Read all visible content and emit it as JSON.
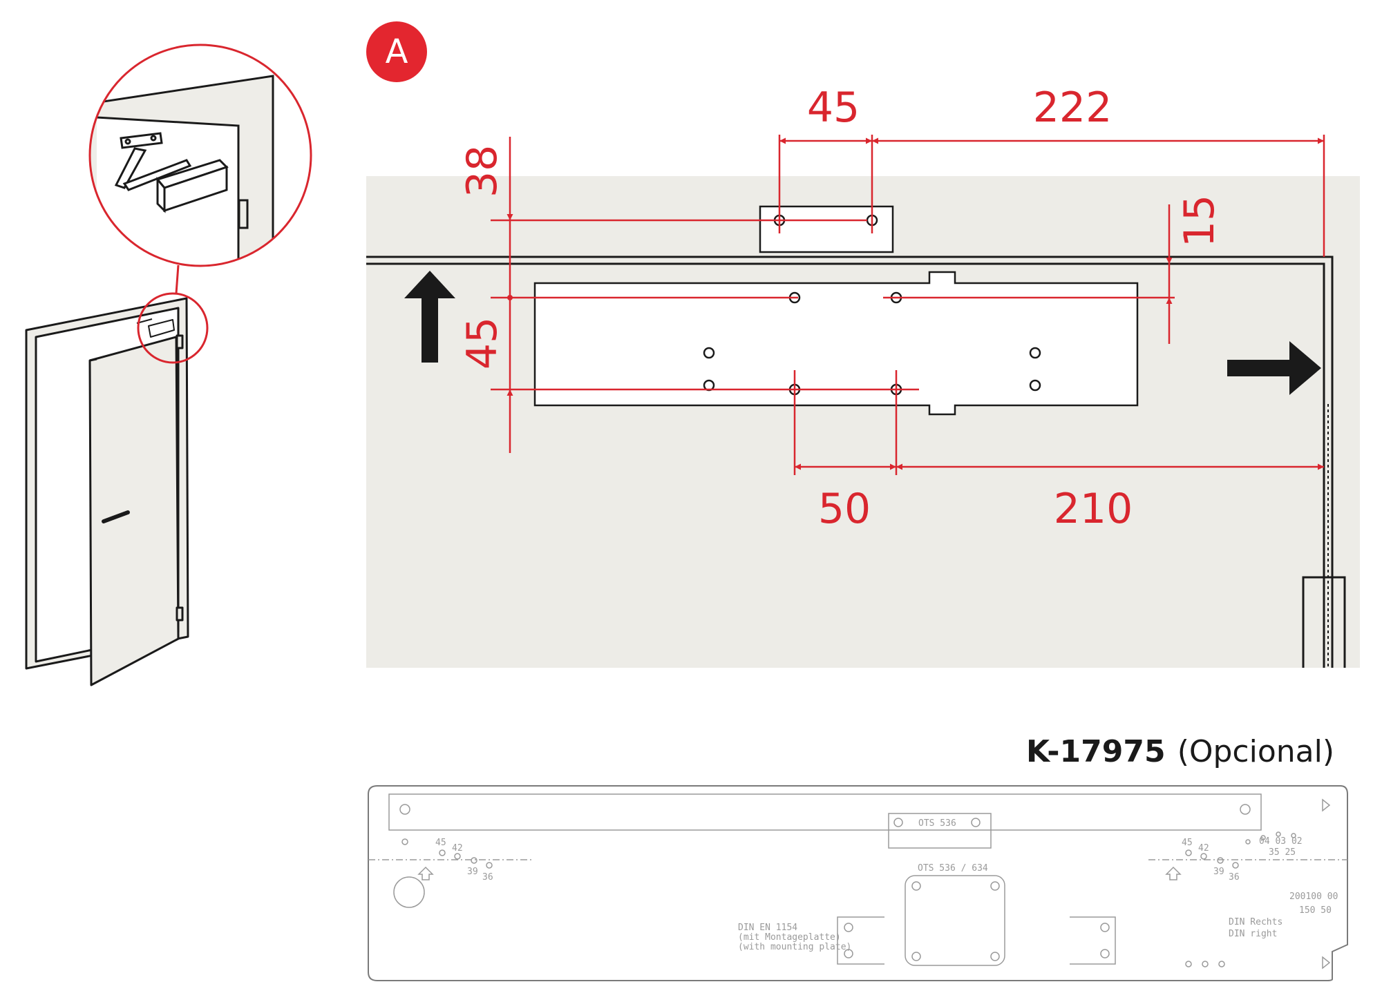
{
  "badge": {
    "letter": "A",
    "color": "#e3262f"
  },
  "dimensions": {
    "top_left": "45",
    "top_right": "222",
    "left_upper": "38",
    "left_lower": "45",
    "right_small": "15",
    "bottom_left": "50",
    "bottom_right": "210"
  },
  "optional_part": {
    "code": "K-17975",
    "suffix": "(Opcional)"
  },
  "template_labels": {
    "ots_upper": "OTS 536",
    "ots_lower": "OTS 536 / 634",
    "din_en_1": "DIN EN 1154",
    "din_en_2": "(mit Montageplatte)",
    "din_en_3": "(with mounting plate)",
    "din_right_1": "DIN Rechts",
    "din_right_2": "DIN right",
    "left_nums": [
      "45",
      "42",
      "39",
      "36"
    ],
    "mid_nums": [
      "45",
      "42",
      "39",
      "36"
    ],
    "right_top_nums": "04 03 02",
    "right_top_nums2": "35 25",
    "right_mid_nums": "200100 00",
    "right_mid_nums2": "150 50"
  },
  "colors": {
    "dimension": "#d9262e",
    "wall": "#edece7",
    "line": "#1a1a1a"
  }
}
